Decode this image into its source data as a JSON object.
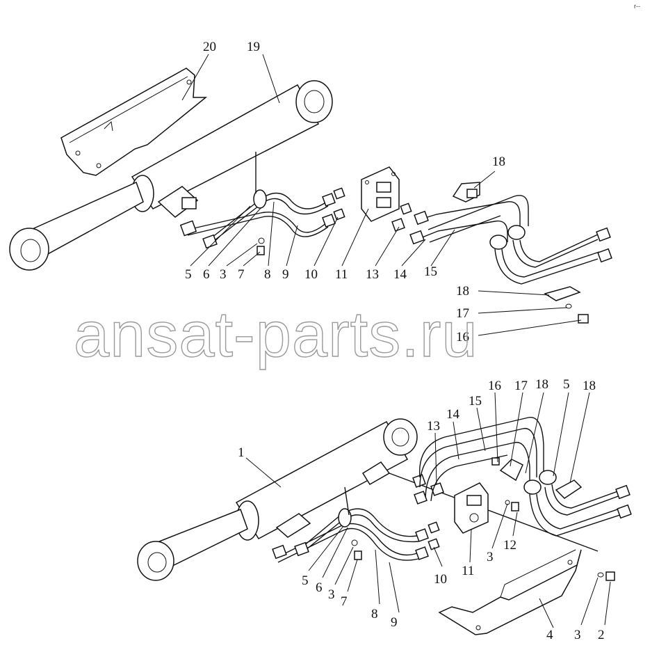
{
  "corner_mark": "r--",
  "watermark": "ansat-parts.ru",
  "top_assembly": {
    "labels": [
      "20",
      "19",
      "18",
      "18",
      "17",
      "16",
      "5",
      "6",
      "3",
      "7",
      "8",
      "9",
      "10",
      "11",
      "13",
      "14",
      "15"
    ]
  },
  "bottom_assembly": {
    "labels": [
      "1",
      "16",
      "17",
      "18",
      "5",
      "18",
      "13",
      "14",
      "15",
      "12",
      "3",
      "11",
      "10",
      "5",
      "6",
      "3",
      "7",
      "8",
      "9",
      "4",
      "3",
      "2"
    ]
  }
}
